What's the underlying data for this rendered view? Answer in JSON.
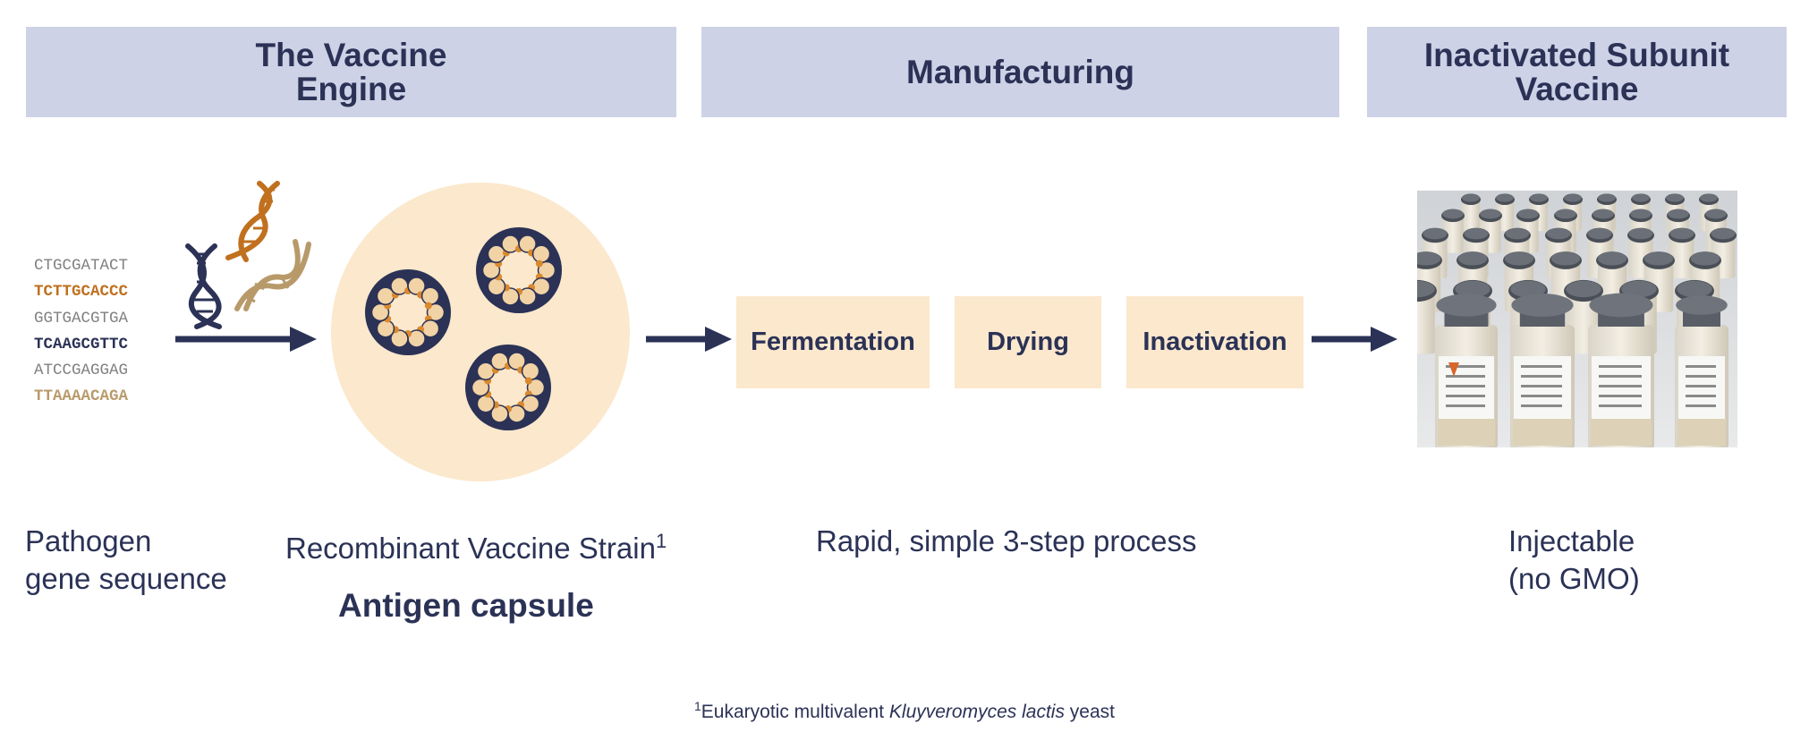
{
  "headers": {
    "engine": [
      "The Vaccine",
      "Engine"
    ],
    "manufacturing": "Manufacturing",
    "vaccine": [
      "Inactivated Subunit",
      "Vaccine"
    ]
  },
  "dna_sequences": [
    {
      "text": "CTGCGATACT",
      "color": "#808080",
      "bold": false
    },
    {
      "text": "TCTTGCACCC",
      "color": "#c0701e",
      "bold": true
    },
    {
      "text": "GGTGACGTGA",
      "color": "#808080",
      "bold": false
    },
    {
      "text": "TCAAGCGTTC",
      "color": "#2b3256",
      "bold": true
    },
    {
      "text": "ATCCGAGGAG",
      "color": "#808080",
      "bold": false
    },
    {
      "text": "TTAAAACAGA",
      "color": "#b89a6a",
      "bold": true
    }
  ],
  "process_steps": [
    "Fermentation",
    "Drying",
    "Inactivation"
  ],
  "labels": {
    "pathogen": [
      "Pathogen",
      "gene sequence"
    ],
    "strain": "Recombinant Vaccine Strain",
    "strain_sup": "1",
    "antigen": "Antigen capsule",
    "process": "Rapid, simple 3-step process",
    "injectable": [
      "Injectable",
      "(no GMO)"
    ]
  },
  "footnote": {
    "sup": "1",
    "prefix": "Eukaryotic multivalent ",
    "italic": "Kluyveromyces lactis",
    "suffix": " yeast"
  },
  "colors": {
    "navy": "#2b3256",
    "header_bg": "#cdd2e6",
    "step_bg": "#fbe8cd",
    "circle_bg": "#fbe8cd",
    "dna_orange": "#c0701e",
    "dna_tan": "#b89a6a"
  }
}
